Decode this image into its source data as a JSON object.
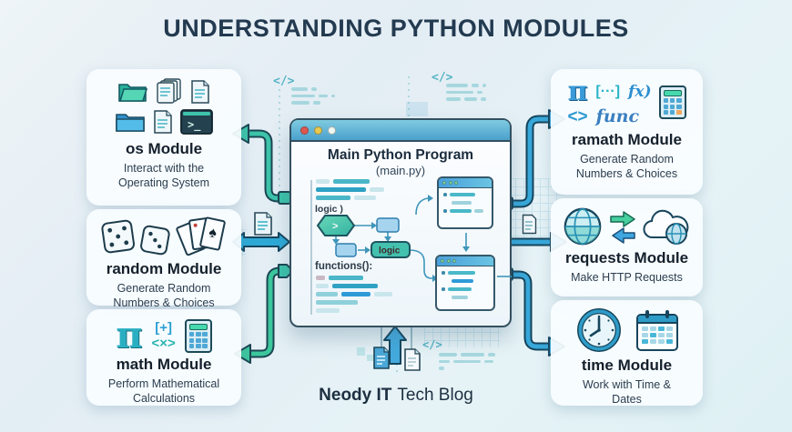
{
  "title": "UNDERSTANDING PYTHON MODULES",
  "main_window": {
    "title": "Main Python Program",
    "subtitle": "(main.py)",
    "code_label_logic": "logic )",
    "flow_box_label": "logic",
    "code_label_functions": "functions():",
    "hexagon_symbol": ">"
  },
  "modules": {
    "os": {
      "title": "os Module",
      "description": "Interact with the Operating System",
      "terminal_prompt": ">_"
    },
    "random": {
      "title": "random Module",
      "description": "Generate Random Numbers & Choices",
      "card_suit": "♠"
    },
    "math": {
      "title": "math Module",
      "description": "Perform Mathematical Calculations",
      "symbol_pi": "π",
      "symbol_plus": "[+]",
      "symbol_times": "<×>"
    },
    "ramath": {
      "title": "ramath Module",
      "description": "Generate Random Numbers & Choices",
      "symbol_pi": "π",
      "symbol_dots": "[···]",
      "symbol_fx": "fx)",
      "symbol_angle": "<>",
      "symbol_func": "func"
    },
    "requests": {
      "title": "requests Module",
      "description": "Make HTTP Requests"
    },
    "time": {
      "title": "time Module",
      "description": "Work with Time & Dates"
    }
  },
  "decorations": {
    "code_glyph": "</>"
  },
  "footer": {
    "brand": "Neody IT",
    "suffix": "Tech Blog"
  },
  "colors": {
    "teal_accent": "#3cc3aa",
    "green_accent": "#3cc79d",
    "blue_accent": "#38a8da",
    "navy_text": "#233a50"
  }
}
